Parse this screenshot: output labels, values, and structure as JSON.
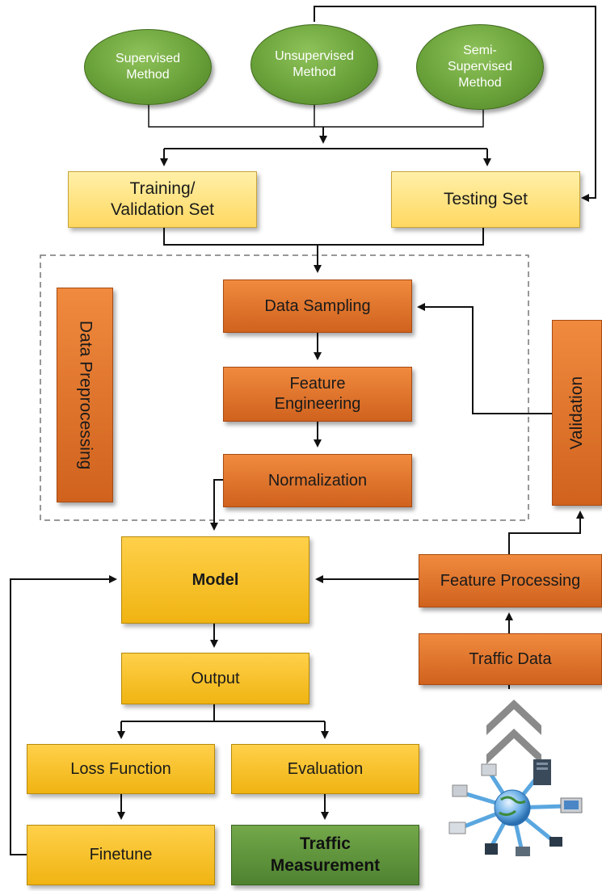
{
  "methods": {
    "supervised": "Supervised\nMethod",
    "unsupervised": "Unsupervised\nMethod",
    "semi_supervised": "Semi-\nSupervised\nMethod"
  },
  "sets": {
    "training": "Training/\nValidation Set",
    "testing": "Testing Set"
  },
  "preprocessing": {
    "group_label": "Data Preprocessing",
    "data_sampling": "Data Sampling",
    "feature_engineering": "Feature\nEngineering",
    "normalization": "Normalization"
  },
  "validation": "Validation",
  "model": "Model",
  "output": "Output",
  "loss_function": "Loss Function",
  "evaluation": "Evaluation",
  "finetune": "Finetune",
  "traffic_measurement": "Traffic\nMeasurement",
  "feature_processing": "Feature Processing",
  "traffic_data": "Traffic Data",
  "icons": {
    "chevrons": "double-chevron-up-icon",
    "network": "network-hub-icon"
  }
}
